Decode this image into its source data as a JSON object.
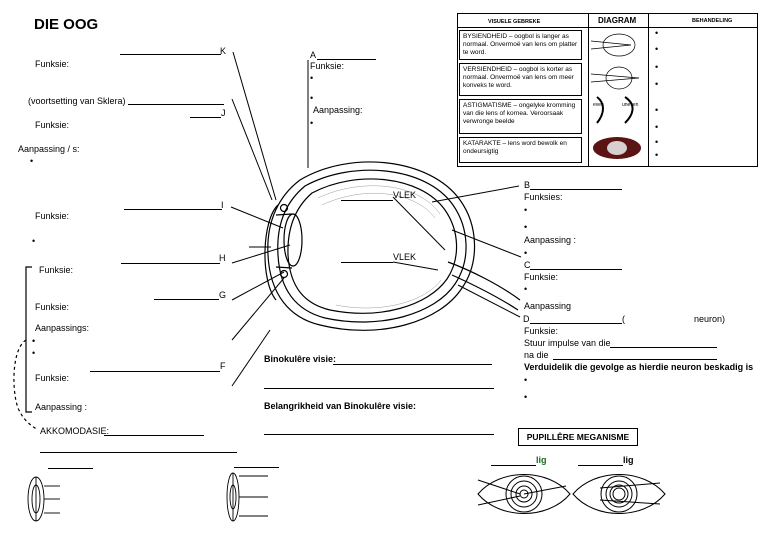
{
  "title": "DIE OOG",
  "left": {
    "k_label": "K",
    "k_funksie": "Funksie:",
    "j_sklera": "(voortsetting van Sklera)",
    "j_label": "J",
    "j_funksie": "Funksie:",
    "j_aanpassing": "Aanpassing / s:",
    "i_label": "I",
    "i_funksie": "Funksie:",
    "h_label": "H",
    "h_funksie": "Funksie:",
    "g_label": "G",
    "g_funksie": "Funksie:",
    "g_aanpassings": "Aanpassings:",
    "f_label": "F",
    "f_funksie": "Funksie:",
    "f_aanpassing": "Aanpassing :",
    "akkomodasie": "AKKOMODASIE:"
  },
  "top_middle": {
    "a_label": "A",
    "funksie": "Funksie:",
    "aanpassing": "Aanpassing:"
  },
  "eye": {
    "vlek_top": "VLEK",
    "vlek_bottom": "VLEK"
  },
  "right": {
    "b_label": "B",
    "b_funksies": "Funksies:",
    "b_aanpassing": "Aanpassing :",
    "c_label": "C",
    "c_funksie": "Funksie:",
    "c_aanpassing": "Aanpassing",
    "d_label": "D",
    "d_neuron_open": "(",
    "d_neuron": "neuron)",
    "d_funksie": "Funksie:",
    "d_stuur": "Stuur impulse van die",
    "d_na_die": "na die",
    "d_verduidelik": "Verduidelik die gevolge as hierdie neuron beskadig is"
  },
  "binokulere": {
    "visie": "Binokulêre visie:",
    "belangrikheid": "Belangrikheid van Binokulêre visie:"
  },
  "table": {
    "headers": [
      "VISUELE GEBREKE",
      "DIAGRAM",
      "BEHANDELING"
    ],
    "rows": [
      {
        "defect": "BYSIENDHEID – oogbol is langer as normaal. Onvermoë van lens om platter te word."
      },
      {
        "defect": "VERSIENDHEID – oogbol is korter as normaal. Onvermoë van lens om meer konveks te word."
      },
      {
        "defect": "ASTIGMATISME – ongelyke kromming van die lens of kornea. Veroorsaak verwronge beelde"
      },
      {
        "defect": "KATARAKTE – lens word bewolk en ondeursigtig"
      }
    ],
    "astig_labels": [
      "even",
      "uneven"
    ]
  },
  "pupil": {
    "title": "PUPILLÊRE MEGANISME",
    "lig_left": "lig",
    "lig_right": "lig"
  }
}
